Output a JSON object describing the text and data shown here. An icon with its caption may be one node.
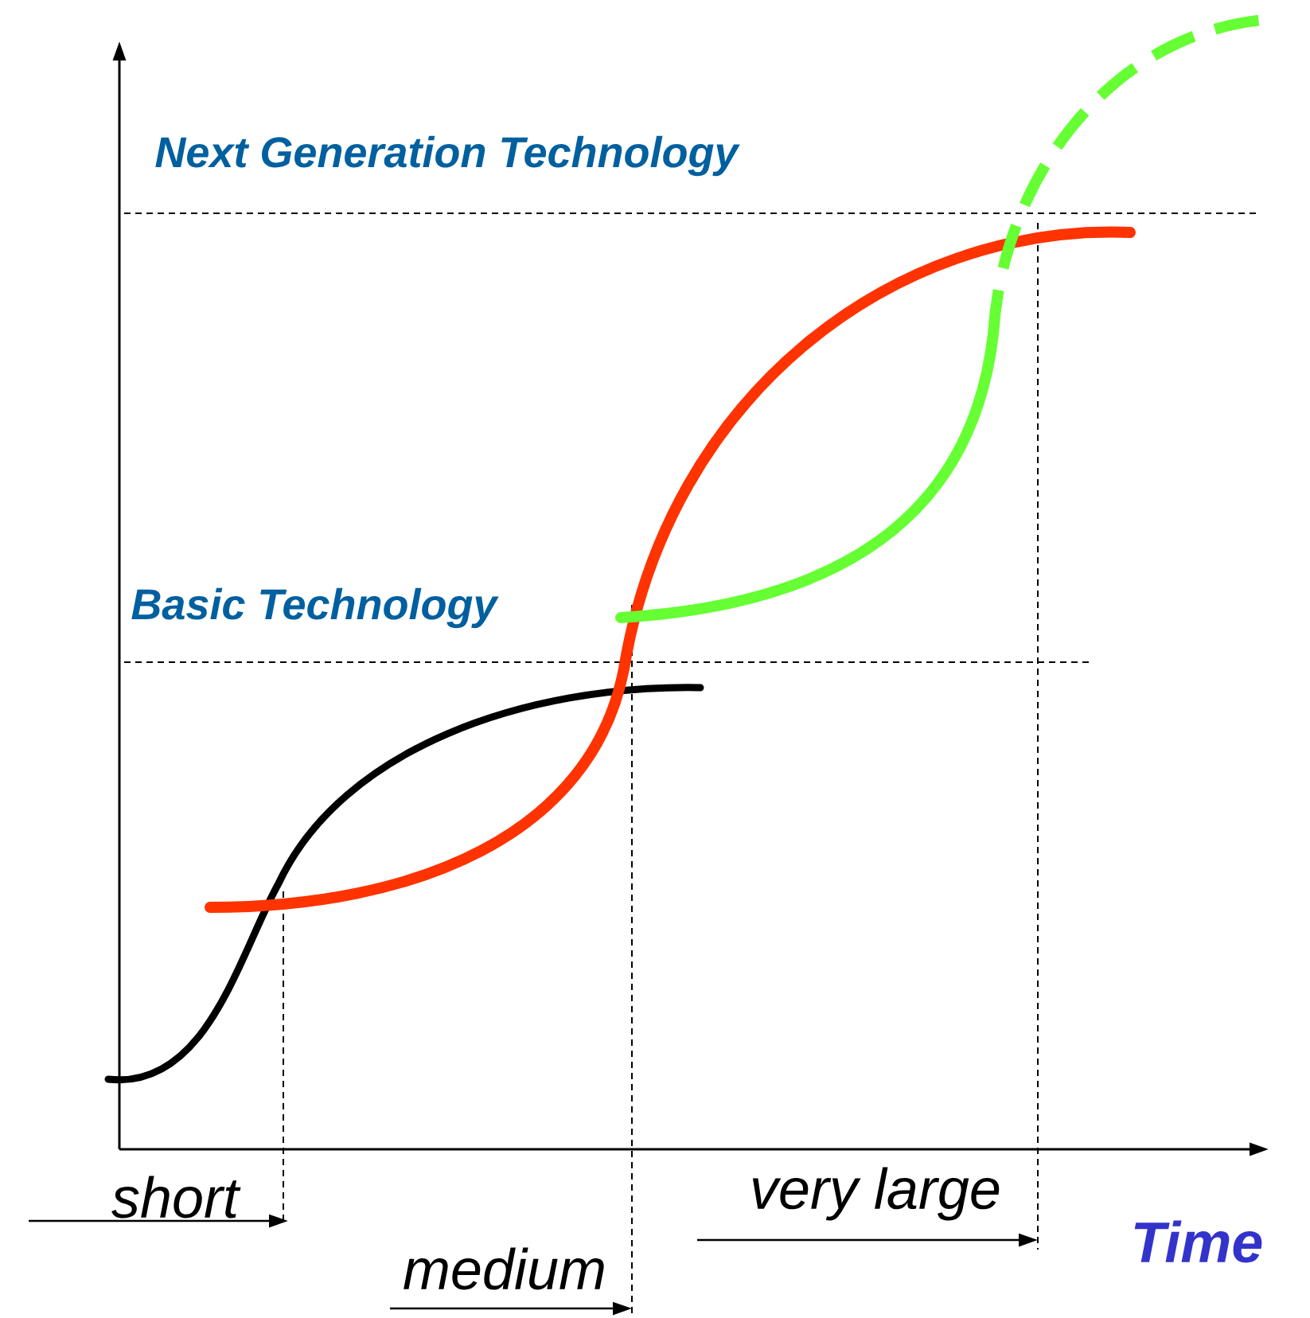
{
  "diagram": {
    "labels": [
      "Next Generation Technology",
      "Basic Technology",
      "short",
      "medium",
      "very large",
      "Time"
    ]
  }
}
